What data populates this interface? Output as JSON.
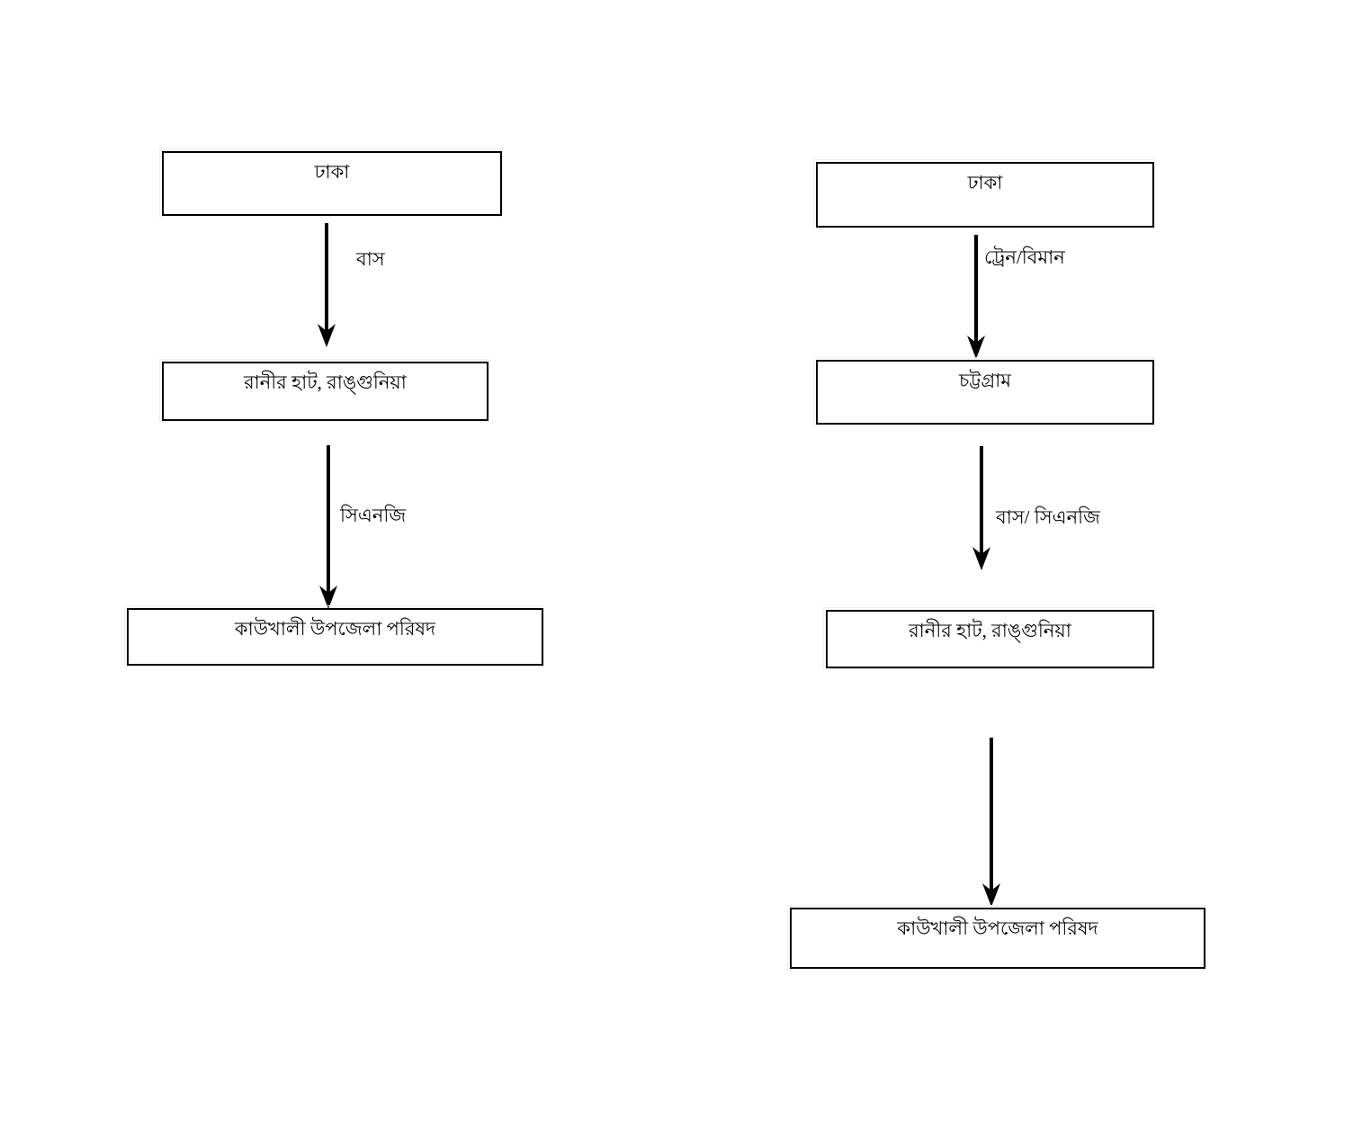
{
  "diagram": {
    "type": "flowchart",
    "orientation": "two parallel top-to-bottom route columns",
    "background_color": "#ffffff",
    "line_color": "#000000",
    "columns": [
      {
        "id": "route-left",
        "name": "bus-only-route",
        "nodes": [
          {
            "id": "l-node-1",
            "label": "ঢাকা"
          },
          {
            "id": "l-node-2",
            "label": "রানীর হাট, রাঙ্গুনিয়া"
          },
          {
            "id": "l-node-3",
            "label": "কাউখালী উপজেলা পরিষদ"
          }
        ],
        "edges": [
          {
            "id": "l-edge-1",
            "from": "l-node-1",
            "to": "l-node-2",
            "label": "বাস"
          },
          {
            "id": "l-edge-2",
            "from": "l-node-2",
            "to": "l-node-3",
            "label": "সিএনজি"
          }
        ]
      },
      {
        "id": "route-right",
        "name": "train-or-plane-route",
        "nodes": [
          {
            "id": "r-node-1",
            "label": "ঢাকা"
          },
          {
            "id": "r-node-2",
            "label": "চট্টগ্রাম"
          },
          {
            "id": "r-node-3",
            "label": "রানীর হাট, রাঙ্গুনিয়া"
          },
          {
            "id": "r-node-4",
            "label": "কাউখালী উপজেলা পরিষদ"
          }
        ],
        "edges": [
          {
            "id": "r-edge-1",
            "from": "r-node-1",
            "to": "r-node-2",
            "label": "ট্রেন/বিমান"
          },
          {
            "id": "r-edge-2",
            "from": "r-node-2",
            "to": "r-node-3",
            "label": "বাস/ সিএনজি"
          },
          {
            "id": "r-edge-3",
            "from": "r-node-3",
            "to": "r-node-4",
            "label": ""
          }
        ]
      }
    ]
  }
}
